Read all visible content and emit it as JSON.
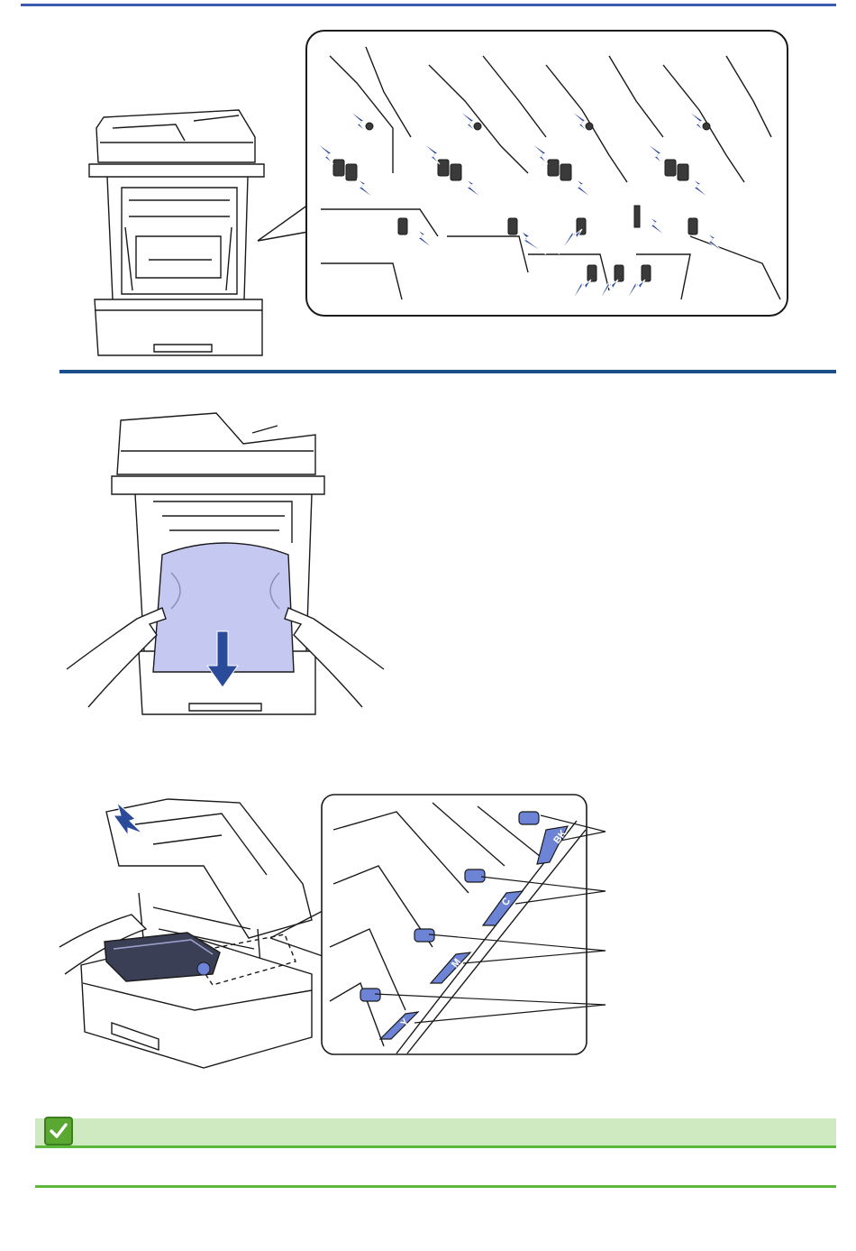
{
  "colors": {
    "step_rule": "#1b4f8c",
    "arrow_blue": "#2a4a9a",
    "paper_lavender": "#c5c8f0",
    "lever_blue": "#6d84d6",
    "note_background": "#cfeac1",
    "note_rule": "#5cb83c"
  },
  "figures": {
    "cleaning": {
      "icons": [
        "printer-open-icon",
        "callout-wire-cleaning-icon"
      ]
    },
    "paper_removal": {
      "icons": [
        "printer-open-icon",
        "paper-sheet-icon",
        "down-arrow-icon",
        "hands-icon"
      ]
    },
    "drum_install": {
      "icons": [
        "printer-open-icon",
        "drum-unit-icon",
        "callout-lock-levers-icon"
      ],
      "lever_labels": [
        "BK",
        "C",
        "M",
        "Y"
      ]
    }
  },
  "note": {
    "icon": "check-icon"
  }
}
